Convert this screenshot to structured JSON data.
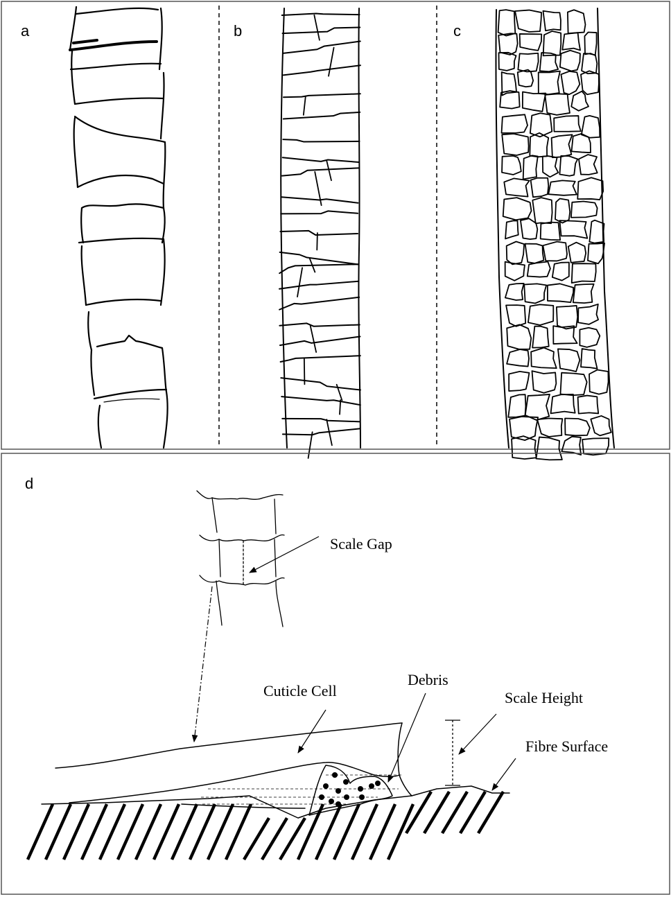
{
  "panels": {
    "a": {
      "letter": "a"
    },
    "b": {
      "letter": "b"
    },
    "c": {
      "letter": "c"
    },
    "d": {
      "letter": "d",
      "labels": {
        "scale_gap": "Scale Gap",
        "cuticle_cell": "Cuticle Cell",
        "debris": "Debris",
        "scale_height": "Scale Height",
        "fibre_surface": "Fibre Surface"
      }
    }
  },
  "colors": {
    "ink": "#000000",
    "background": "#ffffff",
    "frame": "#555555"
  }
}
